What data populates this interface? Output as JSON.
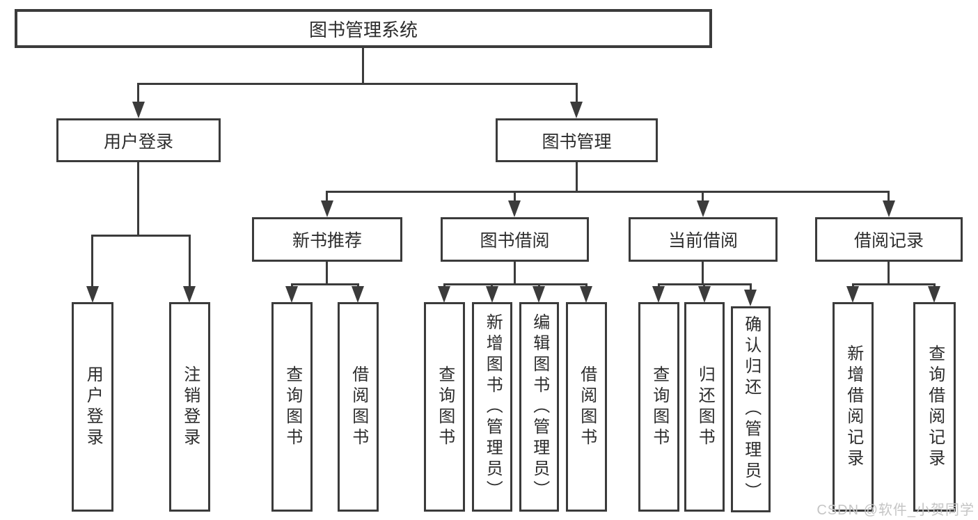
{
  "diagram": {
    "type": "hierarchy-tree",
    "root": {
      "label": "图书管理系统",
      "children": [
        {
          "label": "用户登录",
          "children": [
            {
              "label": "用户登录"
            },
            {
              "label": "注销登录"
            }
          ]
        },
        {
          "label": "图书管理",
          "children": [
            {
              "label": "新书推荐",
              "children": [
                {
                  "label": "查询图书"
                },
                {
                  "label": "借阅图书"
                }
              ]
            },
            {
              "label": "图书借阅",
              "children": [
                {
                  "label": "查询图书"
                },
                {
                  "label": "新增图书（管理员）"
                },
                {
                  "label": "编辑图书（管理员）"
                },
                {
                  "label": "借阅图书"
                }
              ]
            },
            {
              "label": "当前借阅",
              "children": [
                {
                  "label": "查询图书"
                },
                {
                  "label": "归还图书"
                },
                {
                  "label": "确认归还（管理员）"
                }
              ]
            },
            {
              "label": "借阅记录",
              "children": [
                {
                  "label": "新增借阅记录"
                },
                {
                  "label": "查询借阅记录"
                }
              ]
            }
          ]
        }
      ]
    }
  },
  "watermark": {
    "text": "CSDN @软件_小贺同学"
  },
  "colors": {
    "line": "#3b3b3b",
    "text": "#2c2c2c",
    "box_background": "#ffffff",
    "page_background": "#ffffff",
    "watermark": "#c5c5c5"
  }
}
